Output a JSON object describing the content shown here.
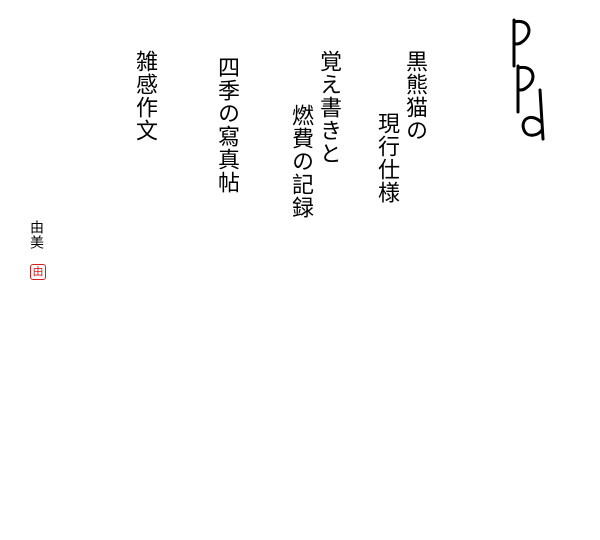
{
  "logo": {
    "text": "PPd",
    "color": "#000000"
  },
  "menu": [
    {
      "lines": [
        "黒熊猫の",
        "現行仕様"
      ]
    },
    {
      "lines": [
        "覚え書きと",
        "燃費の記録"
      ]
    },
    {
      "lines": [
        "四季の寫真帖"
      ]
    },
    {
      "lines": [
        "雑感作文"
      ]
    }
  ],
  "author": {
    "name": "由美",
    "seal": "由",
    "seal_color": "#d22020"
  }
}
